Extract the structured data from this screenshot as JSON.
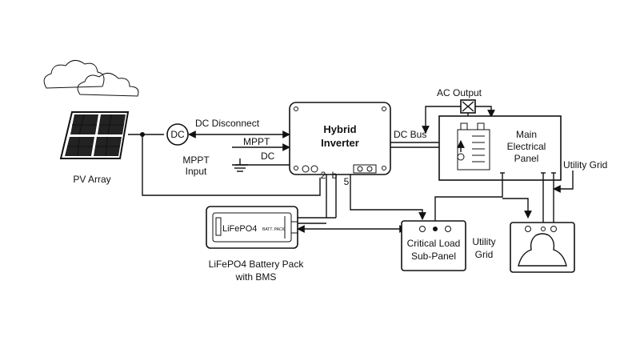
{
  "labels": {
    "pv_array": "PV Array",
    "dc_disconnect": "DC Disconnect",
    "dc_circle": "DC",
    "mppt": "MPPT",
    "dc": "DC",
    "mppt_input_1": "MPPT",
    "mppt_input_2": "Input",
    "inverter_1": "Hybrid",
    "inverter_2": "Inverter",
    "dc_bus": "DC Bus",
    "ac_output": "AC Output",
    "main_panel_1": "Main",
    "main_panel_2": "Electrical",
    "main_panel_3": "Panel",
    "utility_grid_right": "Utility Grid",
    "port_2": "2",
    "port_b": "b",
    "port_5": "5",
    "battery_caption_1": "LiFePO4 Battery Pack",
    "battery_caption_2": "with BMS",
    "battery_label": "LiFePO4",
    "battery_small": "BATT. PACK",
    "critical_1": "Critical Load",
    "critical_2": "Sub-Panel",
    "utility_grid_mid_1": "Utility",
    "utility_grid_mid_2": "Grid"
  }
}
